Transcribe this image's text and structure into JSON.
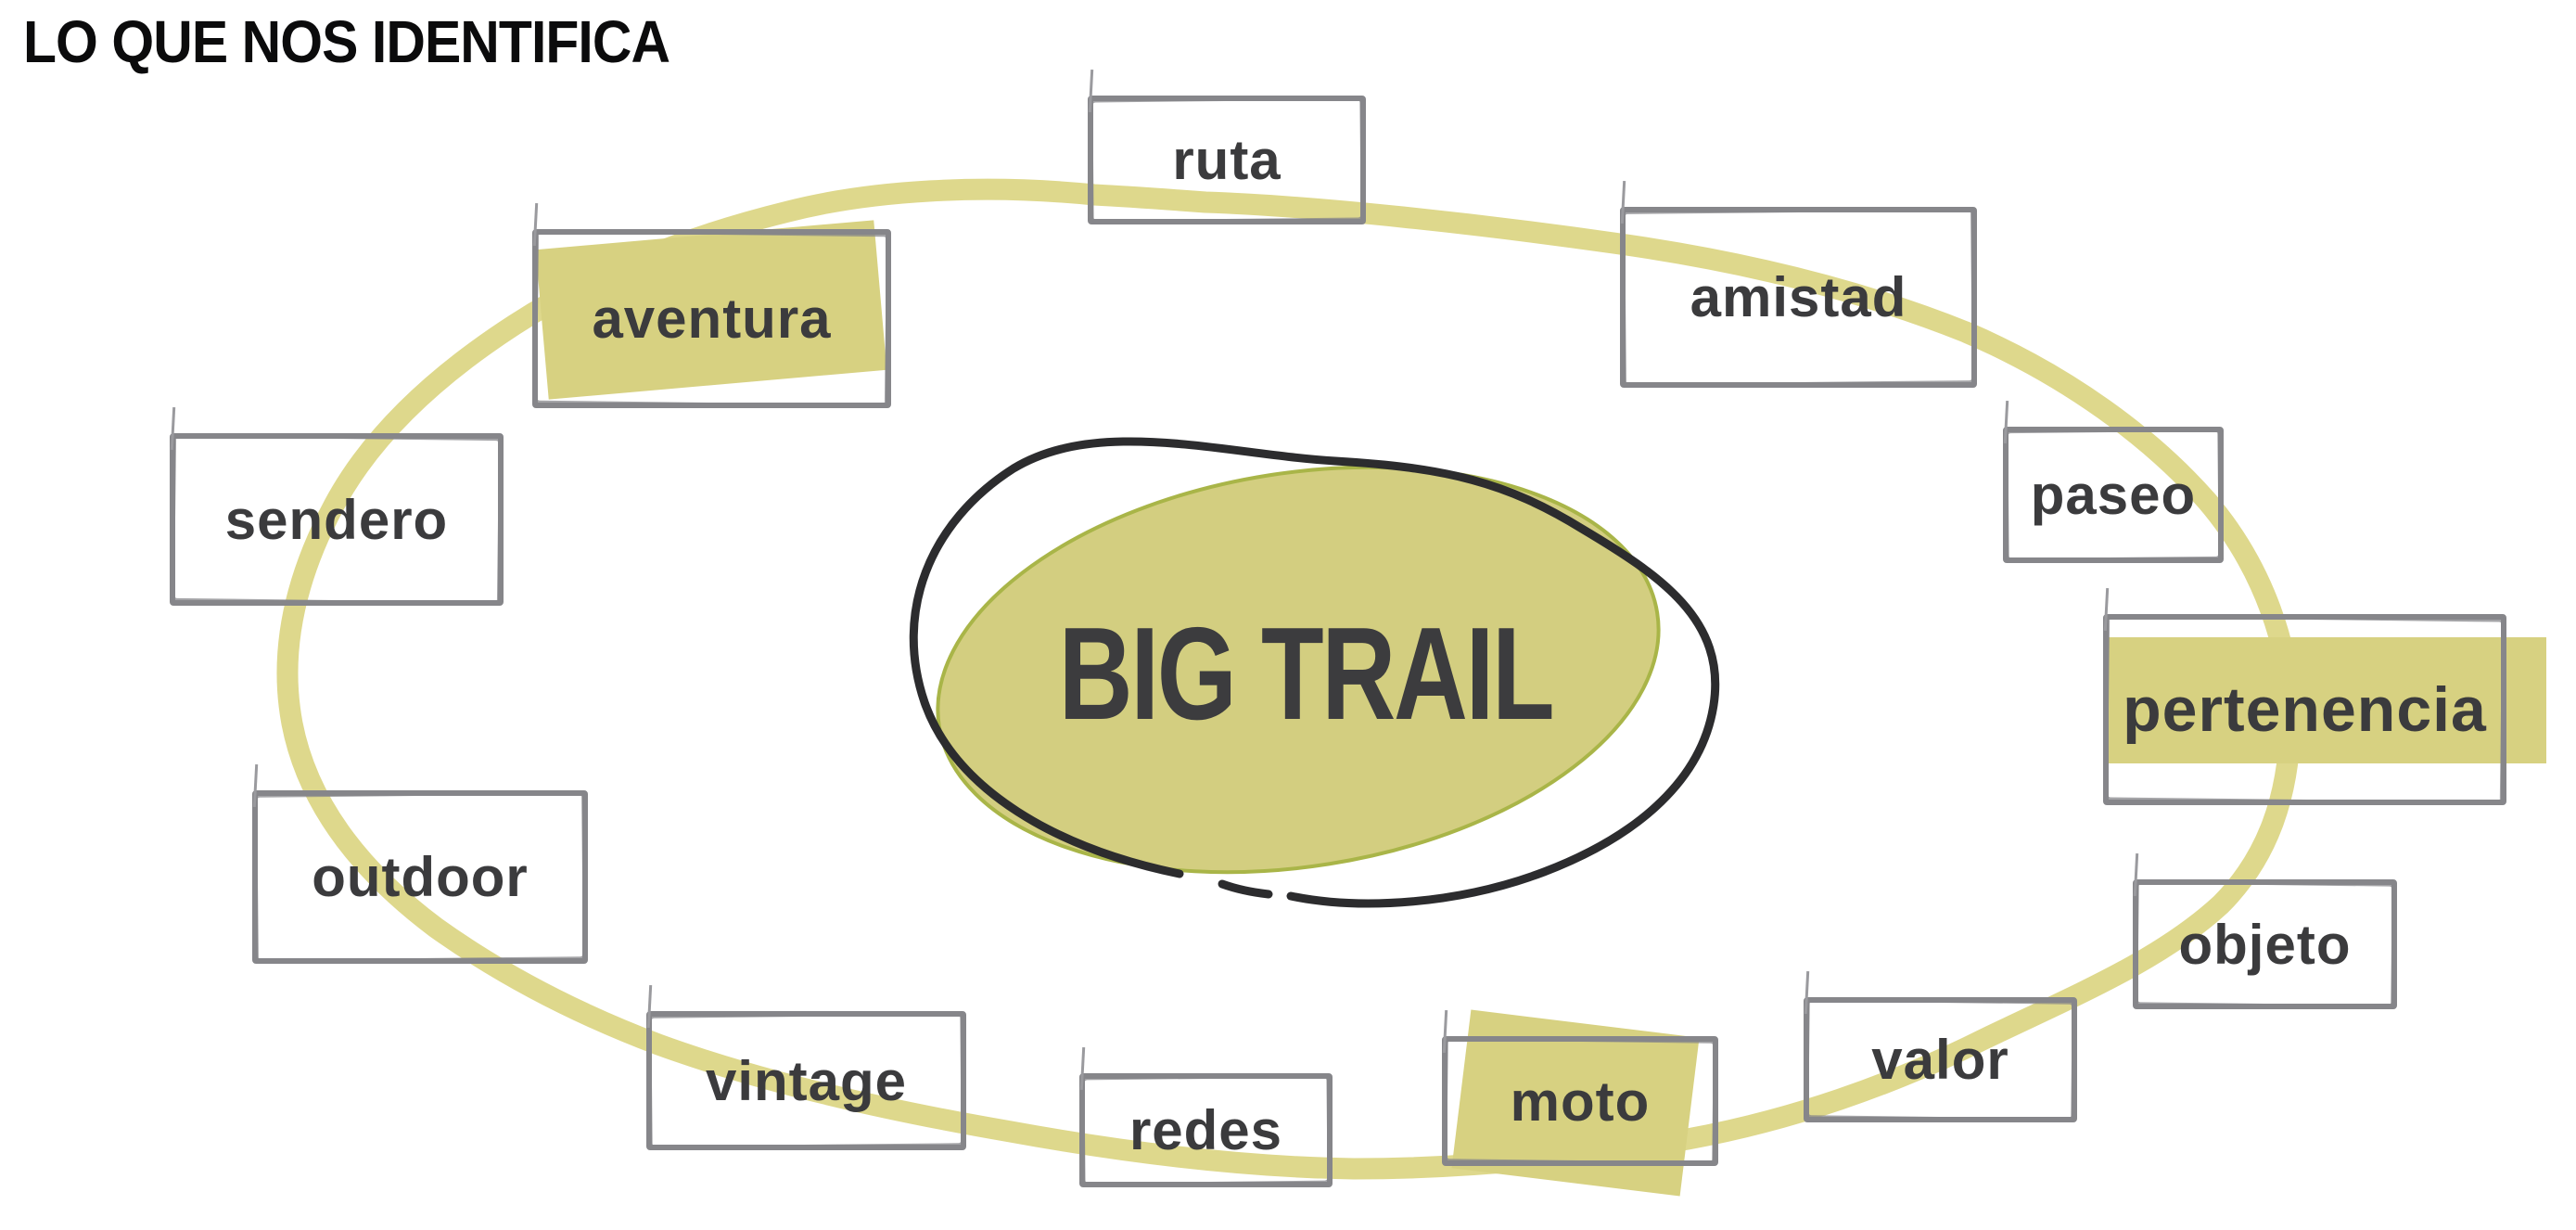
{
  "title": "LO QUE NOS IDENTIFICA",
  "center": {
    "label": "BIG TRAIL"
  },
  "nodes": [
    {
      "id": "ruta",
      "label": "ruta",
      "highlighted": false
    },
    {
      "id": "aventura",
      "label": "aventura",
      "highlighted": true
    },
    {
      "id": "amistad",
      "label": "amistad",
      "highlighted": false
    },
    {
      "id": "sendero",
      "label": "sendero",
      "highlighted": false
    },
    {
      "id": "paseo",
      "label": "paseo",
      "highlighted": false
    },
    {
      "id": "pertenencia",
      "label": "pertenencia",
      "highlighted": true
    },
    {
      "id": "outdoor",
      "label": "outdoor",
      "highlighted": false
    },
    {
      "id": "objeto",
      "label": "objeto",
      "highlighted": false
    },
    {
      "id": "vintage",
      "label": "vintage",
      "highlighted": false
    },
    {
      "id": "valor",
      "label": "valor",
      "highlighted": false
    },
    {
      "id": "redes",
      "label": "redes",
      "highlighted": false
    },
    {
      "id": "moto",
      "label": "moto",
      "highlighted": true
    }
  ],
  "colors": {
    "ring_yellow": "#ded88c",
    "highlight_yellow": "#d7d181",
    "center_fill": "#d3ce80",
    "center_fill_edge": "#a9b548",
    "sketch_outline_dark": "#2c2c2e",
    "box_border_gray": "#86868a",
    "label_text": "#3b3b3d",
    "title_text": "#0b0b0c",
    "background": "#ffffff"
  }
}
